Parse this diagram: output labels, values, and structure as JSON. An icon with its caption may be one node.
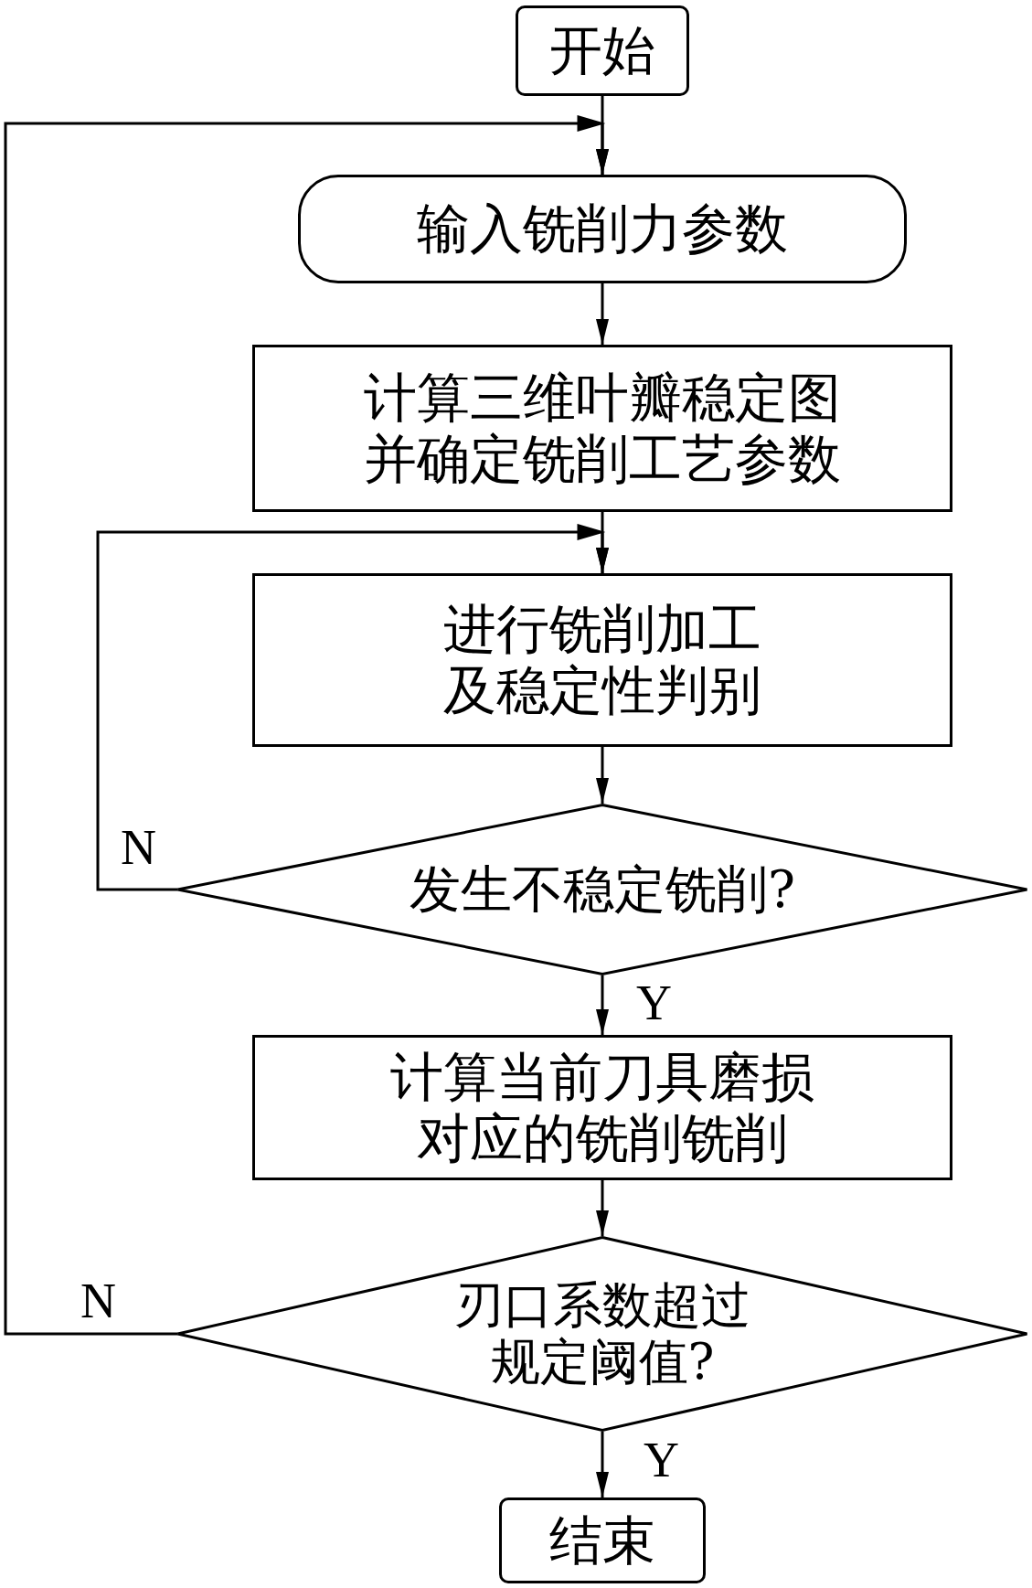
{
  "diagram": {
    "nodes": [
      {
        "text": [
          "开始"
        ]
      },
      {
        "text": [
          "输入铣削力参数"
        ]
      },
      {
        "text": [
          "计算三维叶瓣稳定图并确定铣削工艺参数"
        ]
      },
      {
        "text": [
          "进行铣削加工及稳定性判别"
        ]
      },
      {
        "text": [
          "发生不稳定铣削?"
        ]
      },
      {
        "text": [
          "计算当前刀具磨损对应的铣削铣削"
        ]
      },
      {
        "text": [
          "刃口系数超过规定阈值?"
        ]
      },
      {
        "text": [
          "结束"
        ]
      }
    ],
    "edges": [
      {
        "from": 0,
        "to": 1,
        "arrow": "to"
      },
      {
        "from": 1,
        "to": 2,
        "arrow": "to"
      },
      {
        "from": 2,
        "to": 3,
        "arrow": "to"
      },
      {
        "from": 3,
        "to": 4,
        "arrow": "to"
      },
      {
        "from": 4,
        "to": 3,
        "arrow": "to",
        "label": "N"
      },
      {
        "from": 4,
        "to": 5,
        "arrow": "to",
        "label": "Y"
      },
      {
        "from": 5,
        "to": 6,
        "arrow": "to"
      },
      {
        "from": 6,
        "to": 1,
        "arrow": "to",
        "label": "N"
      },
      {
        "from": 6,
        "to": 7,
        "arrow": "to",
        "label": "Y"
      }
    ]
  }
}
